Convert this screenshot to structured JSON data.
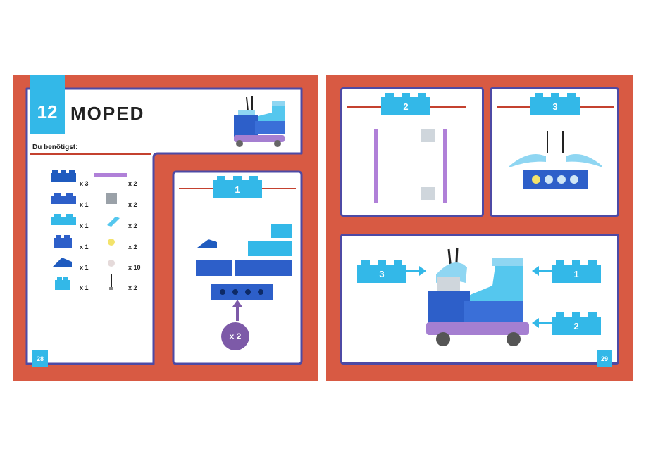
{
  "header": {
    "number": "12",
    "title": "MOPED"
  },
  "needs_label": "Du benötigst:",
  "parts": [
    {
      "qty": "x 3"
    },
    {
      "qty": "x 2"
    },
    {
      "qty": "x 1"
    },
    {
      "qty": "x 2"
    },
    {
      "qty": "x 1"
    },
    {
      "qty": "x 2"
    },
    {
      "qty": "x 1"
    },
    {
      "qty": "x 2"
    },
    {
      "qty": "x 1"
    },
    {
      "qty": "x 10"
    },
    {
      "qty": "x 1"
    },
    {
      "qty": "x 2"
    }
  ],
  "steps": {
    "s1": "1",
    "s2": "2",
    "s3": "3",
    "final_left": "3",
    "final_right_top": "1",
    "final_right_bottom": "2"
  },
  "multiplier": "x 2",
  "pages": {
    "left": "28",
    "right": "29"
  },
  "colors": {
    "background": "#d85a43",
    "accent": "#33b8e8",
    "frame": "#4d4aa5",
    "purple": "#7d5aa8"
  }
}
